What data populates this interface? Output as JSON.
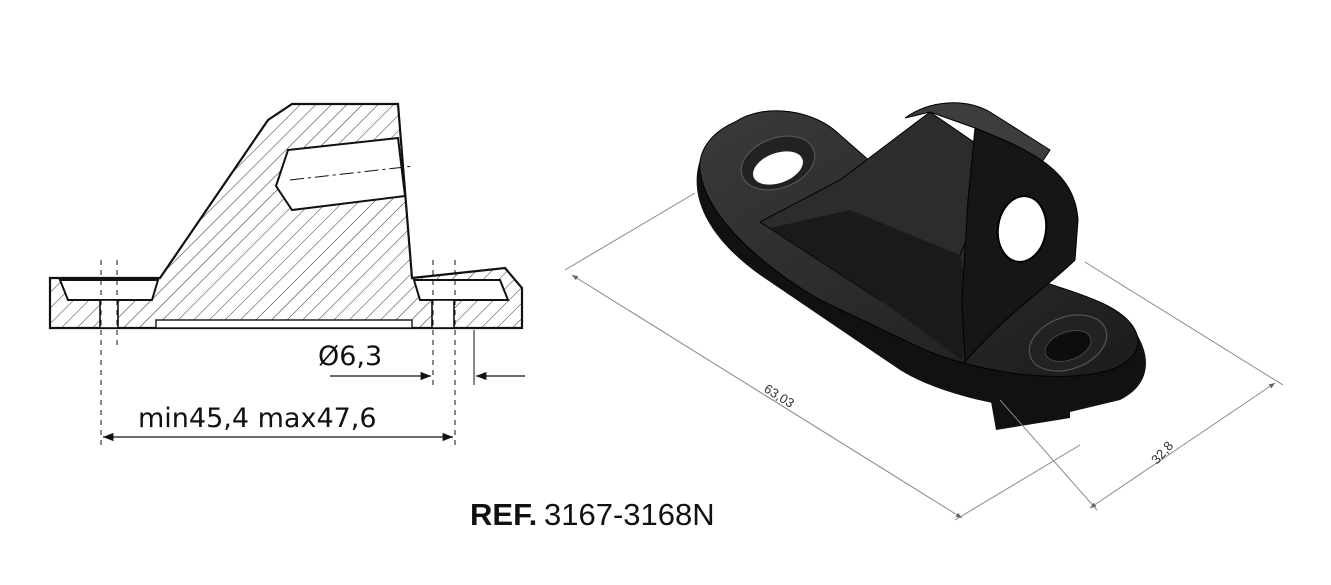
{
  "section_view": {
    "hole_diameter_label": "Ø6,3",
    "span_label": "min45,4 max47,6"
  },
  "iso_view": {
    "length_label": "63,03",
    "width_label": "32,8"
  },
  "reference": {
    "prefix": "REF.",
    "code": "3167-3168N"
  }
}
